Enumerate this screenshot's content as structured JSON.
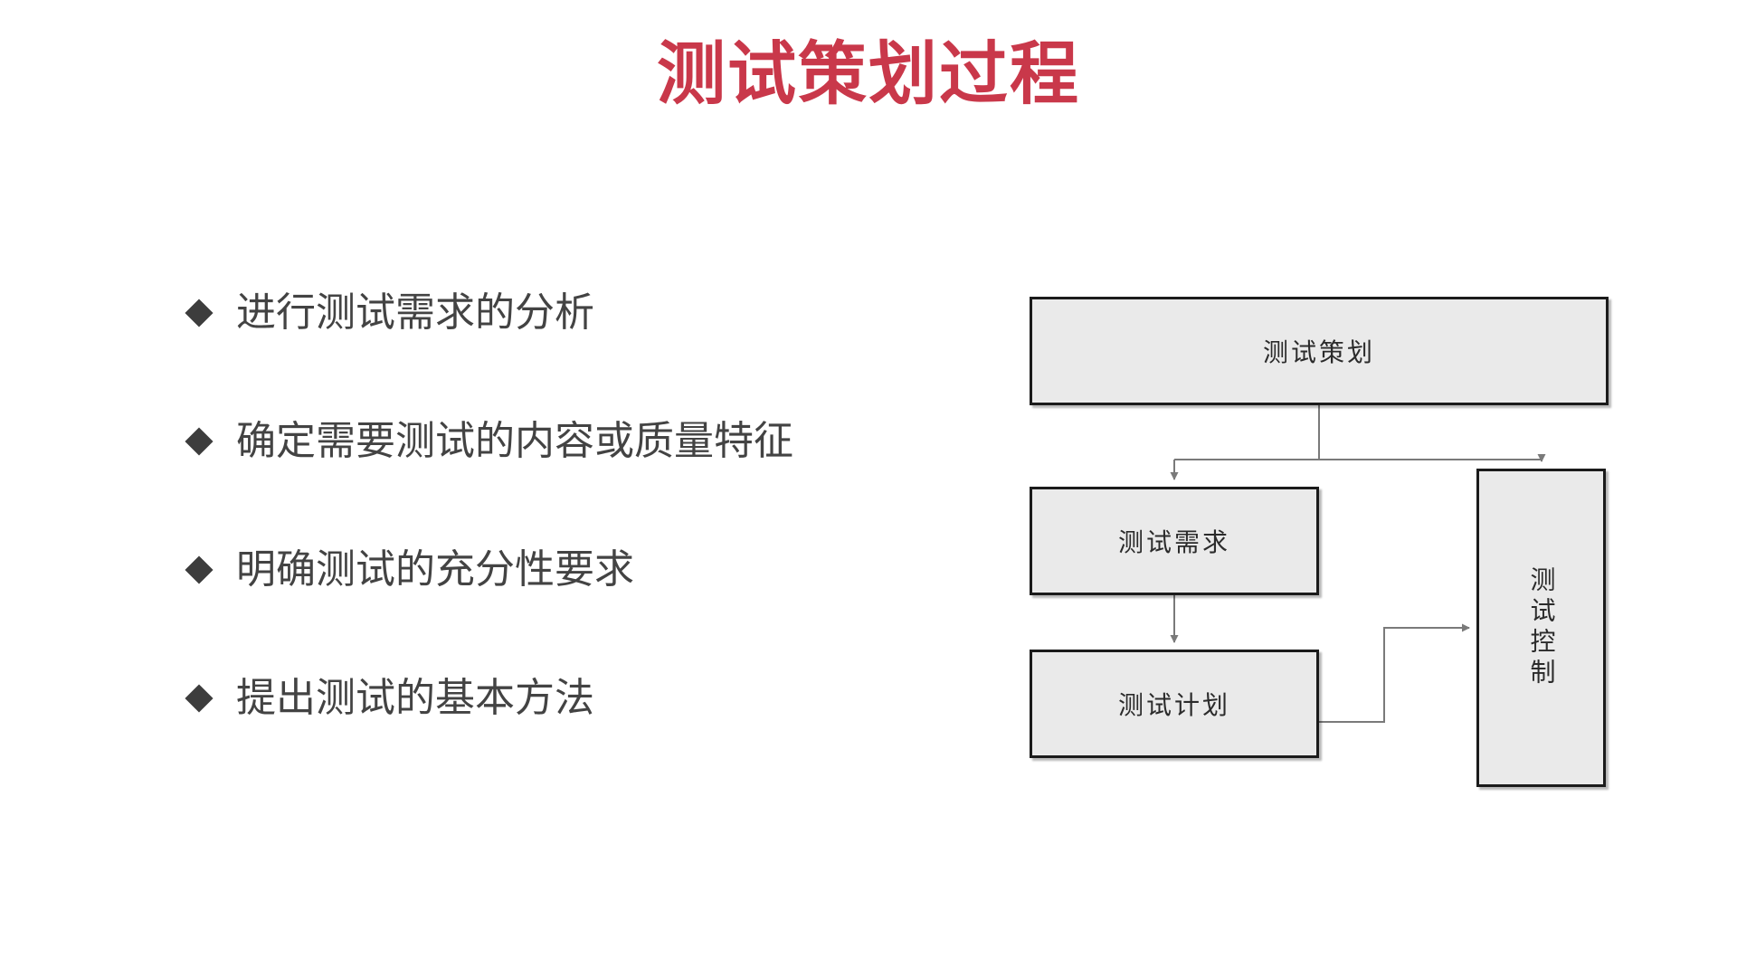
{
  "slide": {
    "title": "测试策划过程",
    "title_color": "#c9384a",
    "background_color": "#ffffff"
  },
  "bullets": {
    "marker_glyph": "◆",
    "marker_color": "#3d3d3d",
    "text_color": "#434343",
    "items": [
      {
        "text": "进行测试需求的分析"
      },
      {
        "text": "确定需要测试的内容或质量特征"
      },
      {
        "text": "明确测试的充分性要求"
      },
      {
        "text": "提出测试的基本方法"
      }
    ]
  },
  "flowchart": {
    "node_fill": "#eaeaea",
    "node_border": "#1b1b1b",
    "connector_color": "#7a7a7a",
    "nodes": [
      {
        "id": "planning",
        "label": "测试策划",
        "orientation": "horizontal"
      },
      {
        "id": "requirement",
        "label": "测试需求",
        "orientation": "horizontal"
      },
      {
        "id": "plan",
        "label": "测试计划",
        "orientation": "horizontal"
      },
      {
        "id": "control",
        "label": "测试控制",
        "orientation": "vertical"
      }
    ],
    "connectors": [
      {
        "from": "planning",
        "to": "requirement",
        "style": "elbow-down-left",
        "arrow": true
      },
      {
        "from": "planning",
        "to": "control",
        "style": "elbow-down-right",
        "arrow": true
      },
      {
        "from": "requirement",
        "to": "plan",
        "style": "straight-down",
        "arrow": true
      },
      {
        "from": "plan",
        "to": "control",
        "style": "elbow-right-up",
        "arrow": true
      }
    ]
  }
}
